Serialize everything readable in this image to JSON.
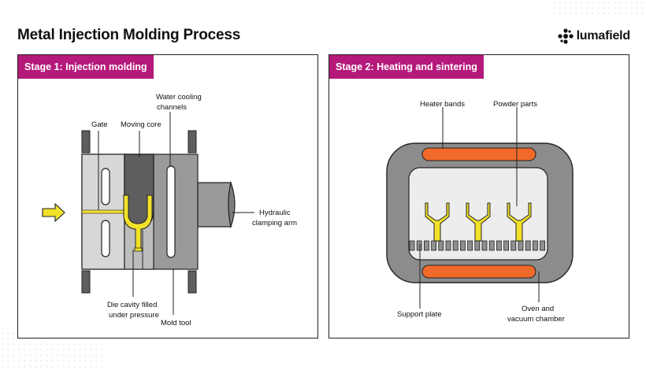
{
  "title": "Metal Injection Molding Process",
  "logo": {
    "text": "lumafield"
  },
  "colors": {
    "accent": "#b5197a",
    "metal": "#f2e12a",
    "heater": "#f26a2a",
    "tool_dark": "#5e5e5e",
    "tool_mid": "#9a9a9a",
    "tool_light": "#d7d7d7",
    "chamber": "#8c8c8c"
  },
  "stage1": {
    "heading": "Stage 1: Injection molding",
    "labels": {
      "water_cooling": [
        "Water cooling",
        "channels"
      ],
      "gate": "Gate",
      "moving_core": "Moving core",
      "hydraulic": [
        "Hydraulic",
        "clamping arm"
      ],
      "die_cavity": [
        "Die cavity filled",
        "under pressure"
      ],
      "mold_tool": "Mold tool"
    },
    "icons": {
      "inject_arrow": "arrow-right-icon"
    }
  },
  "stage2": {
    "heading": "Stage 2: Heating and sintering",
    "labels": {
      "heater_bands": "Heater bands",
      "powder_parts": "Powder parts",
      "support_plate": "Support plate",
      "oven": [
        "Oven and",
        "vacuum chamber"
      ]
    }
  }
}
